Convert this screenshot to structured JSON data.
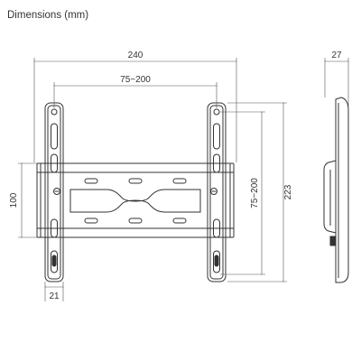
{
  "title": "Dimensions (mm)",
  "dimensions": {
    "overall_width": "240",
    "vesa_horizontal": "75~200",
    "vesa_vertical": "75~200",
    "overall_height": "223",
    "crossbar_height": "100",
    "arm_width": "21",
    "depth": "27"
  },
  "colors": {
    "line": "#333333",
    "dimension_line": "#555555",
    "background": "#ffffff"
  }
}
